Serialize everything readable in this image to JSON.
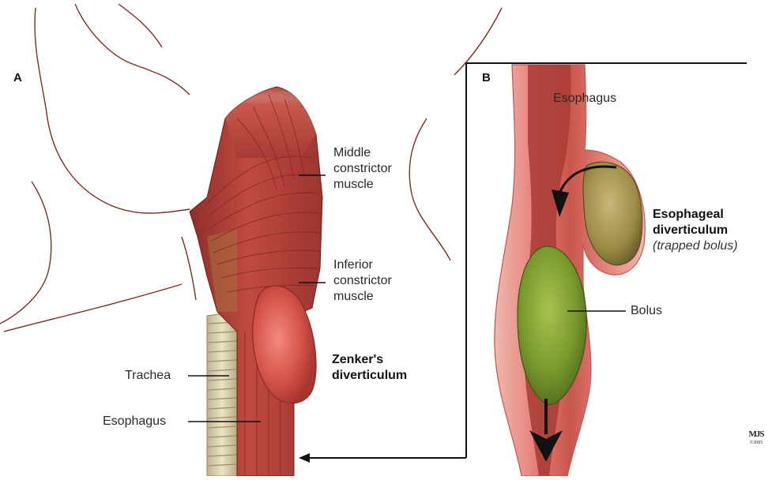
{
  "panels": {
    "a": {
      "letter": "A"
    },
    "b": {
      "letter": "B"
    }
  },
  "labels_a": {
    "middle_constrictor": [
      "Middle",
      "constrictor",
      "muscle"
    ],
    "inferior_constrictor": [
      "Inferior",
      "constrictor",
      "muscle"
    ],
    "zenker": [
      "Zenker's",
      "diverticulum"
    ],
    "trachea": "Trachea",
    "esophagus": "Esophagus"
  },
  "labels_b": {
    "esophagus": "Esophagus",
    "esophageal_diverticulum": [
      "Esophageal",
      "diverticulum"
    ],
    "trapped_bolus": "(trapped bolus)",
    "bolus": "Bolus"
  },
  "logo": {
    "text": "MJS",
    "subtext": "©2005"
  },
  "colors": {
    "muscle": "#b5453d",
    "muscle_dark": "#8e2f2a",
    "diverticulum": "#d9574f",
    "bolus": "#7a9a2e",
    "trachea": "#d8cfb2",
    "outline": "#6b1f1a",
    "connector": "#111111"
  }
}
